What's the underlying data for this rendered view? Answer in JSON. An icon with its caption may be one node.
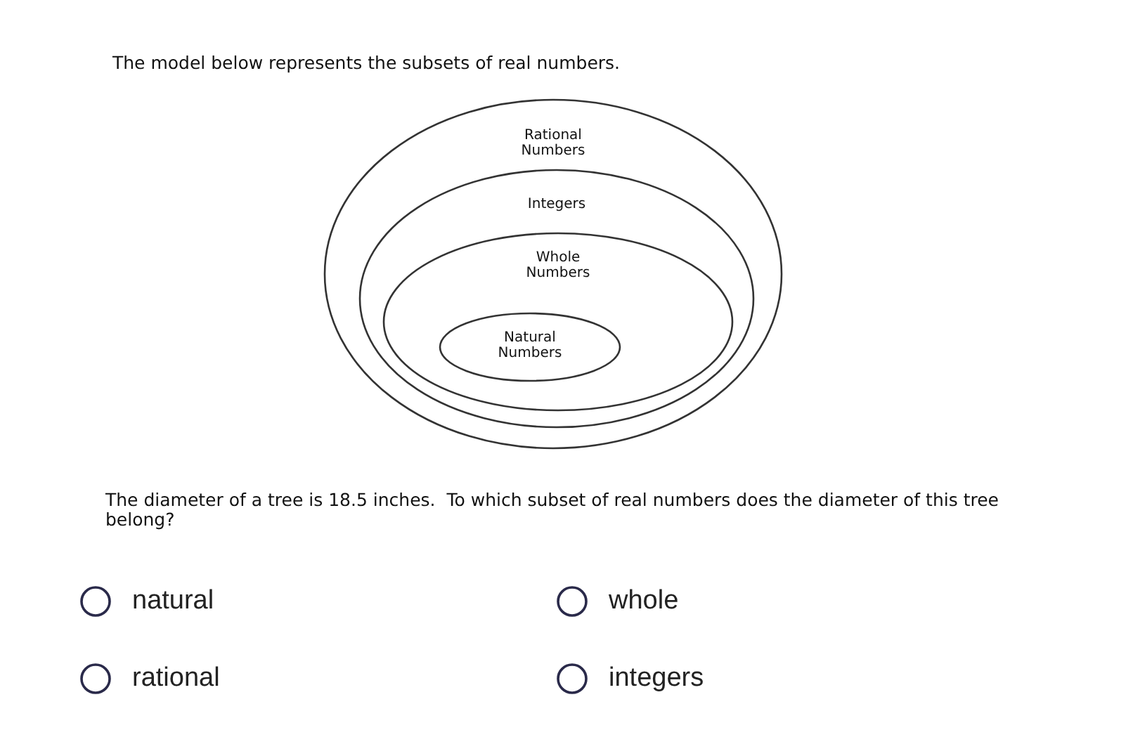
{
  "diagram": {
    "title": "The model below represents the subsets of real numbers.",
    "nodes": [
      {
        "text": [
          "Rational Numbers"
        ]
      },
      {
        "text": [
          "Integers"
        ],
        "in": 0
      },
      {
        "text": [
          "Whole Numbers"
        ],
        "in": 1
      },
      {
        "text": [
          "Natural Numbers"
        ],
        "in": 2
      }
    ],
    "edges": [],
    "labels": [
      "The diameter of a tree is 18.5 inches.  To which subset of real numbers does the diameter of this tree belong?",
      "natural",
      "whole",
      "rational",
      "integers"
    ]
  }
}
